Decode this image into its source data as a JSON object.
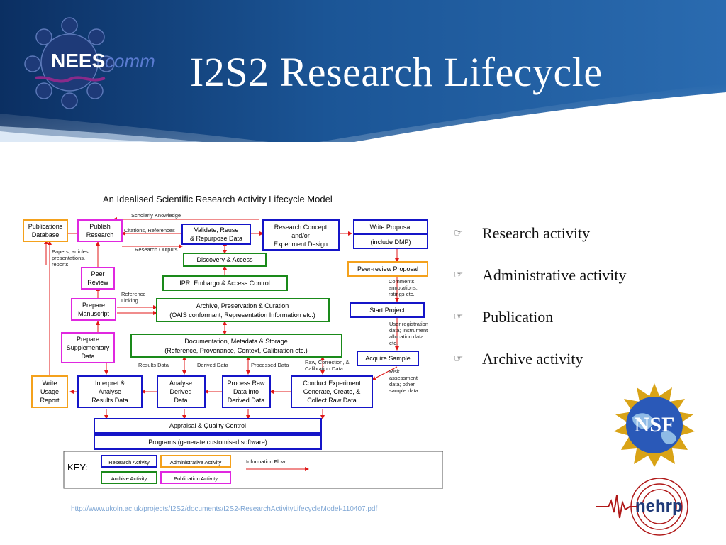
{
  "slide": {
    "title": "I2S2 Research Lifecycle",
    "logo_text_left": "NEES",
    "logo_text_right": "comm",
    "source_url": "http://www.ukoln.ac.uk/projects/I2S2/documents/I2S2-ResearchActivityLifecycleModel-110407.pdf",
    "nsf_text": "NSF",
    "nehrp_text": "nehrp"
  },
  "legend_bullets": [
    {
      "label": "Research activity"
    },
    {
      "label": "Administrative activity"
    },
    {
      "label": "Publication"
    },
    {
      "label": "Archive activity"
    }
  ],
  "colors": {
    "research": "#1515c8",
    "administrative": "#f4a11c",
    "archive": "#1a8a1a",
    "publication": "#e028e0",
    "flow": "#e01818",
    "header_blue": "#1a4f8c"
  },
  "diagram": {
    "title": "An Idealised Scientific Research Activity Lifecycle Model",
    "boxes": {
      "pub_db_1": "Publications",
      "pub_db_2": "Database",
      "publish_1": "Publish",
      "publish_2": "Research",
      "validate_1": "Validate, Reuse",
      "validate_2": "& Repurpose Data",
      "concept_1": "Research Concept",
      "concept_2": "and/or",
      "concept_3": "Experiment Design",
      "write_proposal": "Write Proposal",
      "include_dmp": "(include DMP)",
      "discovery": "Discovery & Access",
      "peer_review_proposal": "Peer-review Proposal",
      "ipr": "IPR, Embargo & Access Control",
      "peer_1": "Peer",
      "peer_2": "Review",
      "prep_ms_1": "Prepare",
      "prep_ms_2": "Manuscript",
      "archive_1": "Archive, Preservation & Curation",
      "archive_2": "(OAIS conformant; Representation Information etc.)",
      "start_project": "Start Project",
      "prep_supp_1": "Prepare",
      "prep_supp_2": "Supplementary",
      "prep_supp_3": "Data",
      "doc_1": "Documentation, Metadata & Storage",
      "doc_2": "(Reference, Provenance, Context, Calibration etc.)",
      "acquire_sample": "Acquire Sample",
      "usage_1": "Write",
      "usage_2": "Usage",
      "usage_3": "Report",
      "interpret_1": "Interpret &",
      "interpret_2": "Analyse",
      "interpret_3": "Results Data",
      "analyse_1": "Analyse",
      "analyse_2": "Derived",
      "analyse_3": "Data",
      "process_1": "Process Raw",
      "process_2": "Data into",
      "process_3": "Derived Data",
      "conduct_1": "Conduct Experiment",
      "conduct_2": "Generate, Create, &",
      "conduct_3": "Collect Raw Data",
      "appraisal": "Appraisal & Quality Control",
      "programs": "Programs (generate customised software)"
    },
    "labels": {
      "scholarly_knowledge": "Scholarly Knowledge",
      "citations": "Citations, References",
      "research_outputs": "Research Outputs",
      "papers_1": "Papers, articles,",
      "papers_2": "presentations,",
      "papers_3": "reports",
      "ref_link_1": "Reference",
      "ref_link_2": "Linking",
      "comments_1": "Comments,",
      "comments_2": "annotations,",
      "comments_3": "ratings etc.",
      "user_reg_1": "User registration",
      "user_reg_2": "data; Instrument",
      "user_reg_3": "allocation data",
      "user_reg_4": "etc.",
      "risk_1": "Risk",
      "risk_2": "assessment",
      "risk_3": "data; other",
      "risk_4": "sample data",
      "results_data": "Results Data",
      "derived_data": "Derived Data",
      "processed_data": "Processed Data",
      "raw_corr_1": "Raw, Correction, &",
      "raw_corr_2": "Calibration Data"
    },
    "key": {
      "label": "KEY:",
      "research": "Research Activity",
      "administrative": "Administrative Activity",
      "archive": "Archive Activity",
      "publication": "Publication Activity",
      "flow": "Information Flow"
    }
  }
}
